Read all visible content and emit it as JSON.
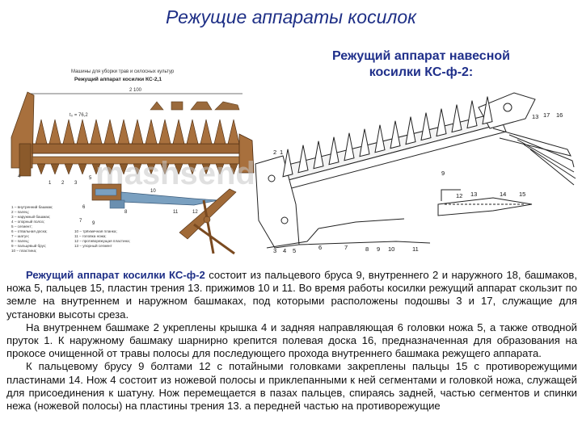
{
  "slide": {
    "title": "Режущие аппараты косилок"
  },
  "left_figure": {
    "header_line1": "Машины для уборки трав и силосных культур",
    "header_line2": "Режущий аппарат косилки КС-2,1",
    "dim_total": "2 100",
    "dim_pitch": "t₀ = 76,2",
    "watermark": "mashsend.ru",
    "part_numbers": [
      "1",
      "2",
      "3",
      "4",
      "5",
      "6",
      "7",
      "8",
      "9",
      "10",
      "11",
      "12"
    ],
    "legend_left": [
      "1 – внутренний башмак;",
      "2 – палец;",
      "3 – наружный башмак;",
      "4 – опорный полоз;",
      "5 – сегмент;",
      "6 – отвальная доска;",
      "7 – шатун;",
      "8 – палец;",
      "9 – пальцевый брус;",
      "10 – пластина;"
    ],
    "legend_right": [
      "10 – трёхмечная планка;",
      "11 – головка ножа;",
      "12 – противорежущая пластина;",
      "13 – упорный сегмент"
    ]
  },
  "right_caption": {
    "line1": "Режущий аппарат навесной",
    "line2": "косилки КС-ф-2:"
  },
  "right_figure": {
    "labels": [
      "13",
      "17",
      "16",
      "2",
      "1",
      "9",
      "12",
      "13",
      "14",
      "15",
      "3",
      "4",
      "5",
      "6",
      "7",
      "8",
      "9",
      "10",
      "11"
    ]
  },
  "body": {
    "lead": "Режущий аппарат косилки КС-ф-2",
    "p1_rest": " состоит из пальцевого бруса 9, внутреннего 2 и наружного 18, башмаков, ножа 5, пальцев 15, пластин трения 13. прижимов 10 и 11. Во время работы косилки режущий аппарат скользит по земле на  внутреннем и наружном башмаках, под которыми расположены подошвы 3 и 17, служащие для установки высоты среза.",
    "p2": "На внутреннем башмаке 2 укреплены крышка 4 и задняя направляющая 6 головки ножа 5, а также отводной пруток 1. К наружному башмаку шарнирно крепится полевая доска 16, предназначенная для образования на прокосе очищенной от травы полосы для последующего прохода внутреннего башмака режущего аппарата.",
    "p3": "К пальцевому брусу 9 болтами 12 с потайными головками закреплены пальцы 15 с противорежущими пластинами 14. Нож 4 состоит из ножевой полосы и приклепанными к ней сегментами и головкой ножа, служащей для присоединения к шатуну. Нож перемещается в пазах пальцев, спираясь задней, частью сегментов и спинки нежа (ножевой полосы) на пластины трения 13. а передней частью на противорежущие"
  },
  "colors": {
    "title": "#1e2f86",
    "caption": "#1f2f8a",
    "lead": "#1e2f86",
    "drawing_brown": "#8b5a2b"
  }
}
